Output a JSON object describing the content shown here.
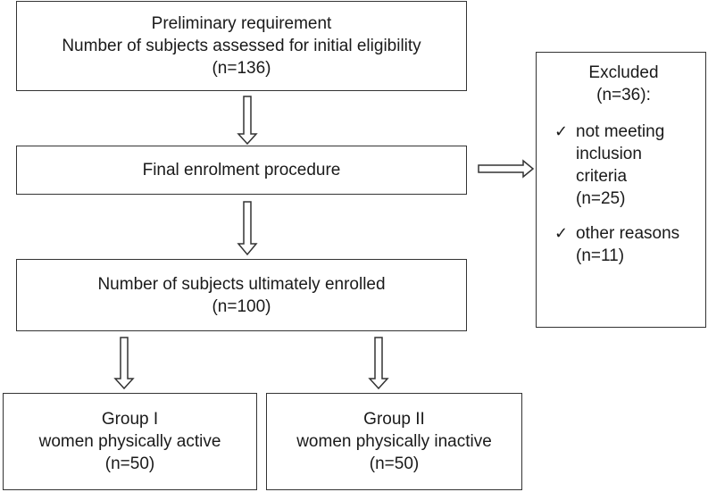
{
  "prelim": {
    "line1": "Preliminary requirement",
    "line2": "Number of subjects assessed for initial eligibility",
    "count": "(n=136)"
  },
  "final": {
    "label": "Final enrolment procedure"
  },
  "enrolled": {
    "line1": "Number of subjects ultimately enrolled",
    "count": "(n=100)"
  },
  "group1": {
    "line1": "Group I",
    "line2": "women physically active",
    "count": "(n=50)"
  },
  "group2": {
    "line1": "Group II",
    "line2": "women physically inactive",
    "count": "(n=50)"
  },
  "excluded": {
    "title": "Excluded",
    "count": "(n=36):",
    "check_icon": "check-icon",
    "reasons": [
      {
        "line1": "not meeting",
        "line2": "inclusion",
        "line3": "criteria",
        "count": "(n=25)"
      },
      {
        "line1": "other reasons",
        "count": "(n=11)"
      }
    ]
  },
  "colors": {
    "border": "#333333",
    "text": "#1a1a1a",
    "background": "#ffffff"
  }
}
